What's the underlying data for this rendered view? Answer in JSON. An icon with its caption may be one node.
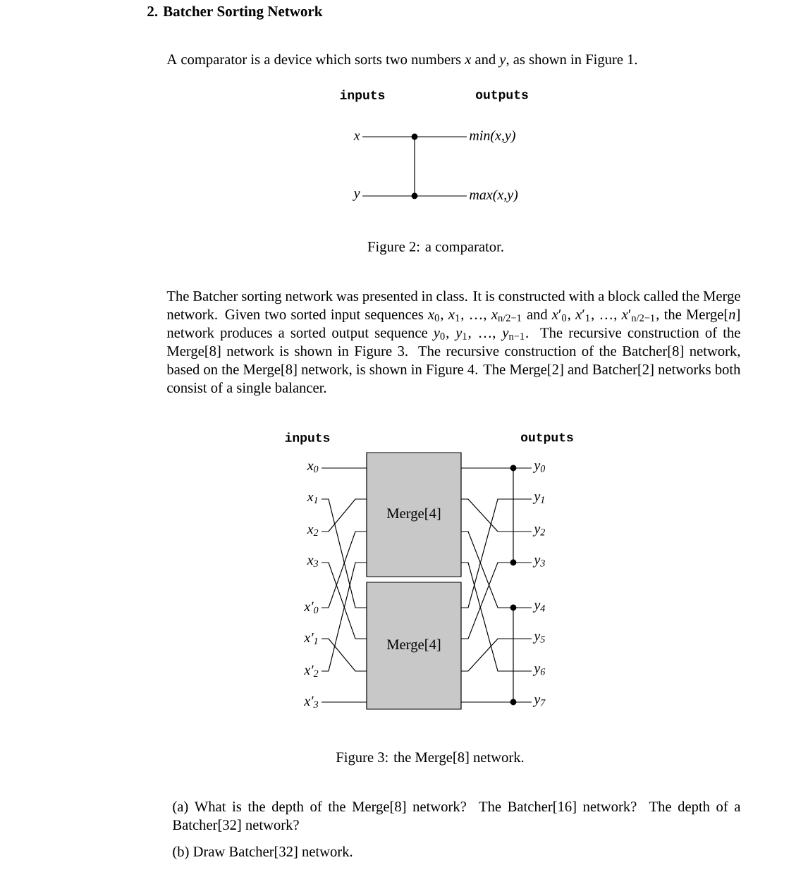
{
  "diagram": {
    "title": "2. Batcher Sorting Network",
    "nodes": [
      {
        "text": [
          "x"
        ]
      },
      {
        "text": [
          "min(x,y)"
        ]
      },
      {
        "text": [
          "y"
        ]
      },
      {
        "text": [
          "max(x,y)"
        ]
      },
      {
        "text": [
          "x$_{0}$"
        ]
      },
      {
        "text": [
          "x$_{1}$"
        ]
      },
      {
        "text": [
          "x$_{2}$"
        ]
      },
      {
        "text": [
          "x$_{3}$"
        ]
      },
      {
        "text": [
          "x′$_{0}$"
        ]
      },
      {
        "text": [
          "x′$_{1}$"
        ]
      },
      {
        "text": [
          "x′$_{2}$"
        ]
      },
      {
        "text": [
          "x′$_{3}$"
        ]
      },
      {
        "text": [
          "Merge[4]"
        ]
      },
      {
        "text": [
          "Merge[4]"
        ]
      },
      {
        "text": [
          "y$_{0}$"
        ]
      },
      {
        "text": [
          "y$_{1}$"
        ]
      },
      {
        "text": [
          "y$_{2}$"
        ]
      },
      {
        "text": [
          "y$_{3}$"
        ]
      },
      {
        "text": [
          "y$_{4}$"
        ]
      },
      {
        "text": [
          "y$_{5}$"
        ]
      },
      {
        "text": [
          "y$_{6}$"
        ]
      },
      {
        "text": [
          "y$_{7}$"
        ]
      }
    ],
    "edges": [
      {
        "from": 0,
        "to": 1,
        "arrow": "none"
      },
      {
        "from": 2,
        "to": 3,
        "arrow": "none"
      },
      {
        "from": 4,
        "to": 12,
        "arrow": "none"
      },
      {
        "from": 5,
        "to": 13,
        "arrow": "none"
      },
      {
        "from": 6,
        "to": 12,
        "arrow": "none"
      },
      {
        "from": 7,
        "to": 13,
        "arrow": "none"
      },
      {
        "from": 8,
        "to": 12,
        "arrow": "none"
      },
      {
        "from": 9,
        "to": 13,
        "arrow": "none"
      },
      {
        "from": 10,
        "to": 12,
        "arrow": "none"
      },
      {
        "from": 11,
        "to": 13,
        "arrow": "none"
      },
      {
        "from": 12,
        "to": 14,
        "arrow": "none"
      },
      {
        "from": 12,
        "to": 16,
        "arrow": "none"
      },
      {
        "from": 12,
        "to": 18,
        "arrow": "none"
      },
      {
        "from": 12,
        "to": 20,
        "arrow": "none"
      },
      {
        "from": 13,
        "to": 15,
        "arrow": "none"
      },
      {
        "from": 13,
        "to": 17,
        "arrow": "none"
      },
      {
        "from": 13,
        "to": 19,
        "arrow": "none"
      },
      {
        "from": 13,
        "to": 21,
        "arrow": "none"
      }
    ],
    "labels": [
      "A comparator is a device which sorts two numbers *x* and *y*, as shown in Figure 1.",
      "inputs",
      "outputs",
      "Figure 2: a comparator.",
      "The Batcher sorting network was presented in class. It is constructed with a block called the Merge network. Given two sorted input sequences *x*$_{0}$, *x*$_{1}$, …, *x*$_{n/2−1}$ and *x*′$_{0}$, *x*′$_{1}$, …, *x*′$_{n/2−1}$, the Merge[*n*] network produces a sorted output sequence *y*$_{0}$, *y*$_{1}$, …, *y*$_{n−1}$. The recursive construction of the Merge[8] network is shown in Figure 3. The recursive construction of the Batcher[8] network, based on the Merge[8] network, is shown in Figure 4. The Merge[2] and Batcher[2] networks both consist of a single balancer.",
      "inputs",
      "outputs",
      "Figure 3: the Merge[8] network.",
      "(a) What is the depth of the Merge[8] network? The Batcher[16] network? The depth of a Batcher[32] network?",
      "(b) Draw Batcher[32] network."
    ]
  }
}
